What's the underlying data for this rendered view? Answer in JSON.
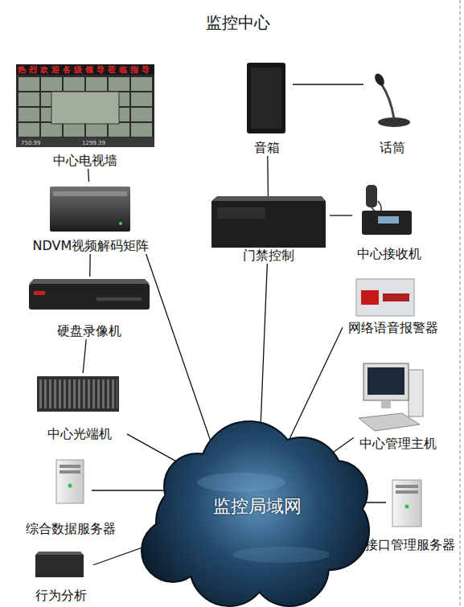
{
  "diagram": {
    "title": "监控中心",
    "nodes": [
      {
        "text": [
          "音箱"
        ]
      },
      {
        "text": [
          "话筒"
        ]
      },
      {
        "text": [
          "中心电视墙"
        ]
      },
      {
        "text": [
          "NDVM视频解码矩阵"
        ]
      },
      {
        "text": [
          "门禁控制"
        ]
      },
      {
        "text": [
          "中心接收机"
        ]
      },
      {
        "text": [
          "网络语音报警器"
        ]
      },
      {
        "text": [
          "硬盘录像机"
        ]
      },
      {
        "text": [
          "中心光端机"
        ]
      },
      {
        "text": [
          "中心管理主机"
        ]
      },
      {
        "text": [
          "综合数据服务器"
        ]
      },
      {
        "text": [
          "监控局域网"
        ]
      },
      {
        "text": [
          "接口管理服务器"
        ]
      },
      {
        "text": [
          "行为分析"
        ]
      }
    ],
    "edges": [
      {
        "from": 0,
        "to": 1,
        "arrow": "none"
      },
      {
        "from": 0,
        "to": 4,
        "arrow": "none"
      },
      {
        "from": 4,
        "to": 5,
        "arrow": "none"
      },
      {
        "from": 2,
        "to": 3,
        "arrow": "none"
      },
      {
        "from": 3,
        "to": 7,
        "arrow": "none"
      },
      {
        "from": 7,
        "to": 8,
        "arrow": "none"
      },
      {
        "from": 3,
        "to": 11,
        "arrow": "none"
      },
      {
        "from": 4,
        "to": 11,
        "arrow": "none"
      },
      {
        "from": 6,
        "to": 11,
        "arrow": "none"
      },
      {
        "from": 8,
        "to": 11,
        "arrow": "none"
      },
      {
        "from": 9,
        "to": 11,
        "arrow": "none"
      },
      {
        "from": 10,
        "to": 11,
        "arrow": "none"
      },
      {
        "from": 12,
        "to": 11,
        "arrow": "none"
      },
      {
        "from": 13,
        "to": 11,
        "arrow": "none"
      }
    ],
    "labels": [
      "热烈欢迎各级领导莅临指导",
      "750.99",
      "1299.39"
    ]
  }
}
